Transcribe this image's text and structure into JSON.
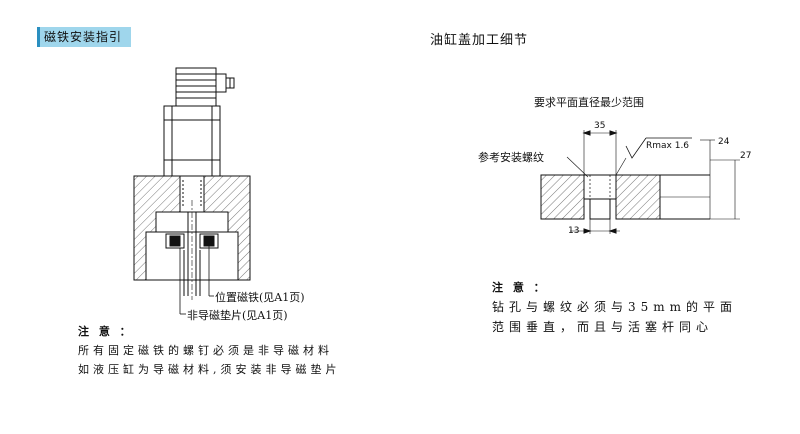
{
  "header": {
    "tag": "磁铁安装指引",
    "title": "油缸盖加工细节"
  },
  "left_figure": {
    "callouts": {
      "magnet_position": "位置磁铁(见A1页)",
      "non_magnetic_spacer": "非导磁垫片(见A1页)"
    },
    "note": {
      "title": "注 意 ：",
      "lines": [
        "所有固定磁铁的螺钉必须是非导磁材料",
        "如液压缸为导磁材料,须安装非导磁垫片"
      ]
    }
  },
  "right_figure": {
    "title": "要求平面直径最少范围",
    "thread_label": "参考安装螺纹",
    "roughness": "Rmax 1.6",
    "dimensions": {
      "width": "35",
      "hole": "13",
      "depth1": "24",
      "depth2": "27"
    },
    "note": {
      "title": "注 意 ：",
      "lines": [
        "钻孔与螺纹必须与35mm的平面",
        "范围垂直，而且与活塞杆同心"
      ]
    }
  }
}
